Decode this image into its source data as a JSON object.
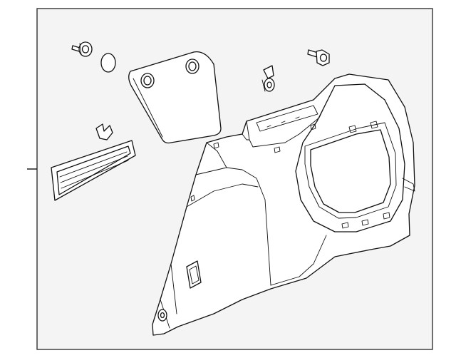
{
  "diagram": {
    "background_color": "#f4f4f4",
    "line_color": "#111111",
    "parts": [
      {
        "name": "push-pin-fastener",
        "icon": "push-pin-icon"
      },
      {
        "name": "round-cap",
        "icon": "cap-icon"
      },
      {
        "name": "access-cover-panel",
        "icon": "panel-icon"
      },
      {
        "name": "retaining-clip",
        "icon": "clip-icon"
      },
      {
        "name": "trim-bolt",
        "icon": "bolt-icon"
      },
      {
        "name": "side-clip",
        "icon": "clip-icon"
      },
      {
        "name": "vent-grille",
        "icon": "grille-icon"
      },
      {
        "name": "quarter-trim-panel",
        "icon": "trim-panel-icon"
      }
    ]
  }
}
